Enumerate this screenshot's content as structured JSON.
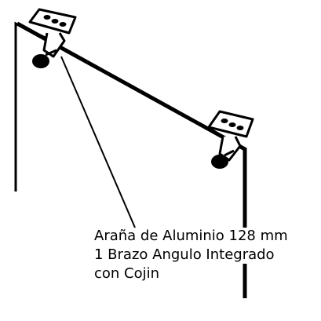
{
  "diagram": {
    "part_label": {
      "lines": [
        "Araña de Aluminio 128 mm",
        "1 Brazo Angulo Integrado",
        "con Cojin"
      ]
    },
    "colors": {
      "line": "#000000",
      "background": "#ffffff"
    }
  }
}
